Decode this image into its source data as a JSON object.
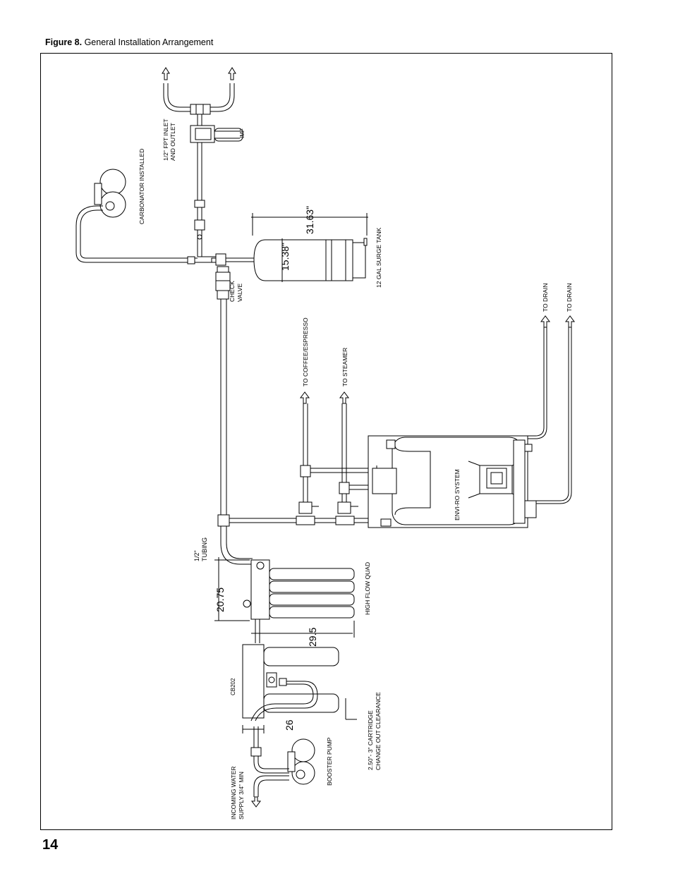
{
  "caption": {
    "label": "Figure 8.",
    "text": " General Installation Arrangement"
  },
  "page_number": "14",
  "labels": {
    "fpt": "1/2\" FPT INLET",
    "fpt2": "AND OUTLET",
    "imf": "IMF",
    "carbonator": "CARBONATOR INSTALLED",
    "dim_31": "31.63\"",
    "dim_15": "15.38\"",
    "surge_tank": "12 GAL SURGE TANK",
    "check1": "CHECK",
    "check2": "VALVE",
    "to_coffee": "TO COFFEE/ESPRESSO",
    "to_steamer": "TO STEAMER",
    "to_drain_1": "TO DRAIN",
    "to_drain_2": "TO DRAIN",
    "enviro": "ENVI-RO SYSTEM",
    "tubing1": "1/2\"",
    "tubing2": "TUBING",
    "dim_2075": "20.75",
    "high_flow": "HIGH FLOW QUAD",
    "dim_295": "29.5",
    "cb202": "CB202",
    "dim_26": "26",
    "clearance1": "2.50\"- 3\" CARTRIDGE",
    "clearance2": "CHANGE OUT CLEARANCE",
    "booster": "BOOSTER PUMP",
    "incoming1": "INCOMING WATER",
    "incoming2": "SUPPLY 3/4\" MIN"
  }
}
